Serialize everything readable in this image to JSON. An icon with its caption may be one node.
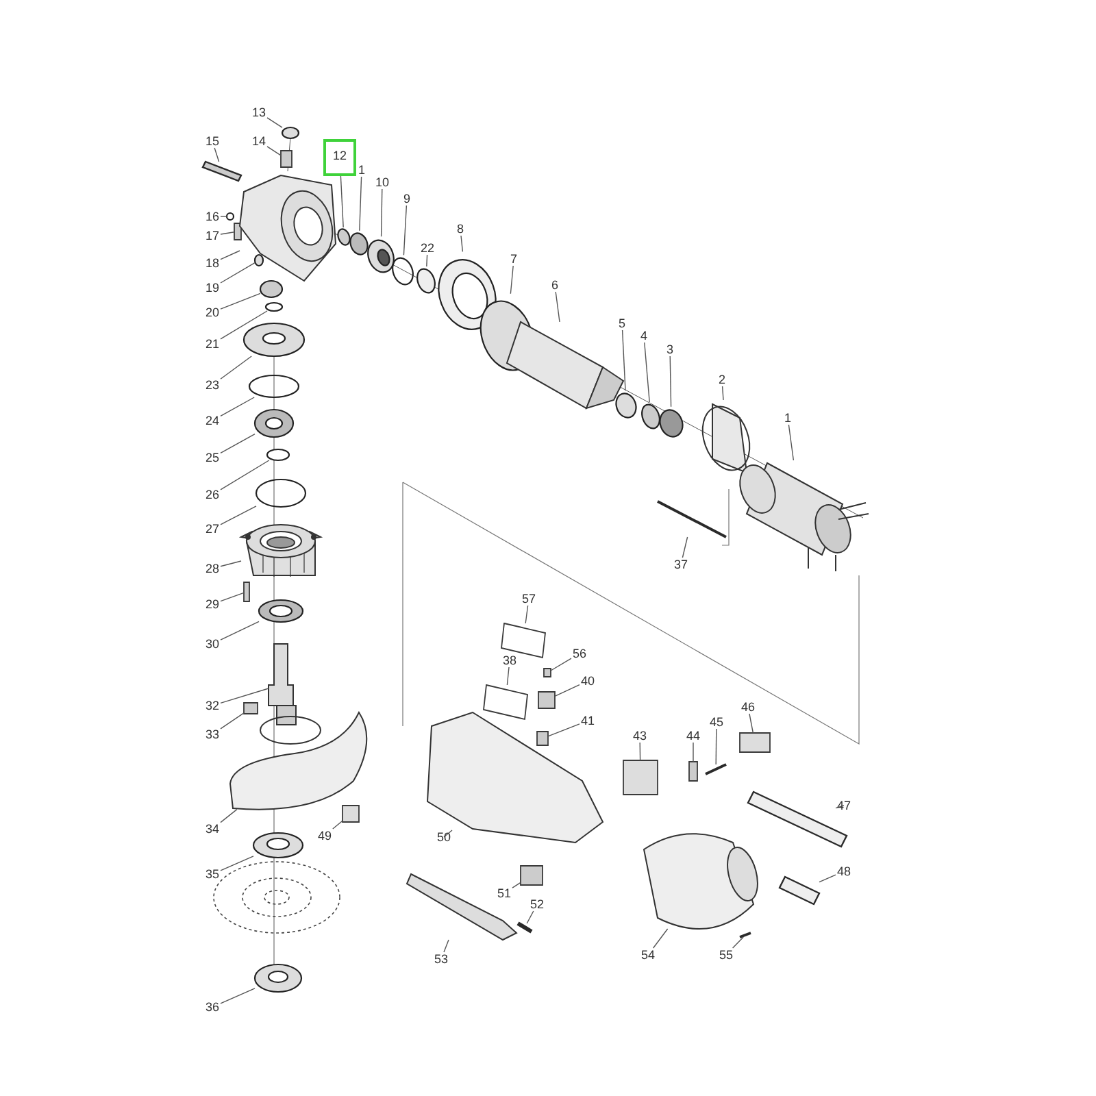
{
  "diagram": {
    "nodes": [
      {
        "text": [
          "13"
        ]
      },
      {
        "text": [
          "14"
        ]
      },
      {
        "text": [
          "15"
        ]
      },
      {
        "text": [
          "12"
        ]
      },
      {
        "text": [
          "1"
        ]
      },
      {
        "text": [
          "10"
        ]
      },
      {
        "text": [
          "9"
        ]
      },
      {
        "text": [
          "22"
        ]
      },
      {
        "text": [
          "8"
        ]
      },
      {
        "text": [
          "7"
        ]
      },
      {
        "text": [
          "6"
        ]
      },
      {
        "text": [
          "5"
        ]
      },
      {
        "text": [
          "4"
        ]
      },
      {
        "text": [
          "3"
        ]
      },
      {
        "text": [
          "2"
        ]
      },
      {
        "text": [
          "1"
        ]
      },
      {
        "text": [
          "16"
        ]
      },
      {
        "text": [
          "17"
        ]
      },
      {
        "text": [
          "18"
        ]
      },
      {
        "text": [
          "19"
        ]
      },
      {
        "text": [
          "20"
        ]
      },
      {
        "text": [
          "21"
        ]
      },
      {
        "text": [
          "23"
        ]
      },
      {
        "text": [
          "24"
        ]
      },
      {
        "text": [
          "25"
        ]
      },
      {
        "text": [
          "26"
        ]
      },
      {
        "text": [
          "27"
        ]
      },
      {
        "text": [
          "28"
        ]
      },
      {
        "text": [
          "29"
        ]
      },
      {
        "text": [
          "30"
        ]
      },
      {
        "text": [
          "32"
        ]
      },
      {
        "text": [
          "33"
        ]
      },
      {
        "text": [
          "34"
        ]
      },
      {
        "text": [
          "35"
        ]
      },
      {
        "text": [
          "36"
        ]
      },
      {
        "text": [
          "37"
        ]
      },
      {
        "text": [
          "57"
        ]
      },
      {
        "text": [
          "56"
        ]
      },
      {
        "text": [
          "38"
        ]
      },
      {
        "text": [
          "40"
        ]
      },
      {
        "text": [
          "41"
        ]
      },
      {
        "text": [
          "43"
        ]
      },
      {
        "text": [
          "44"
        ]
      },
      {
        "text": [
          "45"
        ]
      },
      {
        "text": [
          "46"
        ]
      },
      {
        "text": [
          "47"
        ]
      },
      {
        "text": [
          "48"
        ]
      },
      {
        "text": [
          "49"
        ]
      },
      {
        "text": [
          "50"
        ]
      },
      {
        "text": [
          "51"
        ]
      },
      {
        "text": [
          "52"
        ]
      },
      {
        "text": [
          "53"
        ]
      },
      {
        "text": [
          "54"
        ]
      },
      {
        "text": [
          "55"
        ]
      },
      {
        "text": [],
        "shape": "circle"
      },
      {
        "text": [],
        "shape": "box"
      },
      {
        "text": [],
        "shape": "bar"
      },
      {
        "text": [],
        "shape": "circle"
      },
      {
        "text": [],
        "shape": "circle"
      },
      {
        "text": [],
        "shape": "circle"
      },
      {
        "text": [],
        "shape": "circle"
      },
      {
        "text": [],
        "shape": "circle"
      },
      {
        "text": [],
        "shape": "circle"
      },
      {
        "text": [],
        "shape": "circle"
      },
      {
        "text": [],
        "shape": "picture"
      },
      {
        "text": [],
        "shape": "circle"
      },
      {
        "text": [],
        "shape": "circle"
      },
      {
        "text": [],
        "shape": "circle"
      },
      {
        "text": [],
        "shape": "picture"
      },
      {
        "text": [],
        "shape": "picture"
      },
      {
        "text": [],
        "shape": "circle"
      },
      {
        "text": [],
        "shape": "box"
      },
      {
        "text": [],
        "shape": "picture"
      },
      {
        "text": [],
        "shape": "circle"
      },
      {
        "text": [],
        "shape": "circle"
      },
      {
        "text": [],
        "shape": "circle"
      },
      {
        "text": [],
        "shape": "circle"
      },
      {
        "text": [],
        "shape": "circle"
      },
      {
        "text": [],
        "shape": "circle"
      },
      {
        "text": [],
        "shape": "circle"
      },
      {
        "text": [],
        "shape": "circle"
      },
      {
        "text": [],
        "shape": "picture"
      },
      {
        "text": [],
        "shape": "box"
      },
      {
        "text": [],
        "shape": "circle"
      },
      {
        "text": [],
        "shape": "picture"
      },
      {
        "text": [],
        "shape": "box"
      },
      {
        "text": [],
        "shape": "picture"
      },
      {
        "text": [],
        "shape": "circle"
      },
      {
        "text": [],
        "shape": "circle"
      },
      {
        "text": [],
        "shape": "bar"
      },
      {
        "text": [],
        "shape": "box"
      },
      {
        "text": [],
        "shape": "box"
      },
      {
        "text": [],
        "shape": "box"
      },
      {
        "text": [],
        "shape": "box"
      },
      {
        "text": [],
        "shape": "box"
      },
      {
        "text": [],
        "shape": "box"
      },
      {
        "text": [],
        "shape": "box"
      },
      {
        "text": [],
        "shape": "bar"
      },
      {
        "text": [],
        "shape": "box"
      },
      {
        "text": [],
        "shape": "bar"
      },
      {
        "text": [],
        "shape": "bar"
      },
      {
        "text": [],
        "shape": "box"
      },
      {
        "text": [],
        "shape": "picture"
      },
      {
        "text": [],
        "shape": "box"
      },
      {
        "text": [],
        "shape": "bar"
      },
      {
        "text": [],
        "shape": "picture"
      },
      {
        "text": [],
        "shape": "picture"
      },
      {
        "text": [],
        "shape": "bar"
      }
    ],
    "edges": [
      {
        "from": 0,
        "to": 54,
        "arrow": "none"
      },
      {
        "from": 1,
        "to": 55,
        "arrow": "none"
      },
      {
        "from": 2,
        "to": 56,
        "arrow": "none"
      },
      {
        "from": 3,
        "to": 57,
        "arrow": "none"
      },
      {
        "from": 4,
        "to": 58,
        "arrow": "none"
      },
      {
        "from": 5,
        "to": 59,
        "arrow": "none"
      },
      {
        "from": 6,
        "to": 60,
        "arrow": "none"
      },
      {
        "from": 7,
        "to": 61,
        "arrow": "none"
      },
      {
        "from": 8,
        "to": 62,
        "arrow": "none"
      },
      {
        "from": 9,
        "to": 63,
        "arrow": "none"
      },
      {
        "from": 10,
        "to": 64,
        "arrow": "none"
      },
      {
        "from": 11,
        "to": 65,
        "arrow": "none"
      },
      {
        "from": 12,
        "to": 66,
        "arrow": "none"
      },
      {
        "from": 13,
        "to": 67,
        "arrow": "none"
      },
      {
        "from": 14,
        "to": 68,
        "arrow": "none"
      },
      {
        "from": 15,
        "to": 69,
        "arrow": "none"
      },
      {
        "from": 16,
        "to": 70,
        "arrow": "none"
      },
      {
        "from": 17,
        "to": 71,
        "arrow": "none"
      },
      {
        "from": 18,
        "to": 72,
        "arrow": "none"
      },
      {
        "from": 19,
        "to": 73,
        "arrow": "none"
      },
      {
        "from": 20,
        "to": 74,
        "arrow": "none"
      },
      {
        "from": 21,
        "to": 75,
        "arrow": "none"
      },
      {
        "from": 22,
        "to": 76,
        "arrow": "none"
      },
      {
        "from": 23,
        "to": 77,
        "arrow": "none"
      },
      {
        "from": 24,
        "to": 78,
        "arrow": "none"
      },
      {
        "from": 25,
        "to": 79,
        "arrow": "none"
      },
      {
        "from": 26,
        "to": 80,
        "arrow": "none"
      },
      {
        "from": 27,
        "to": 81,
        "arrow": "none"
      },
      {
        "from": 28,
        "to": 82,
        "arrow": "none"
      },
      {
        "from": 29,
        "to": 83,
        "arrow": "none"
      },
      {
        "from": 30,
        "to": 84,
        "arrow": "none"
      },
      {
        "from": 31,
        "to": 85,
        "arrow": "none"
      },
      {
        "from": 32,
        "to": 86,
        "arrow": "none"
      },
      {
        "from": 33,
        "to": 87,
        "arrow": "none"
      },
      {
        "from": 34,
        "to": 88,
        "arrow": "none"
      },
      {
        "from": 35,
        "to": 89,
        "arrow": "none"
      },
      {
        "from": 36,
        "to": 90,
        "arrow": "none"
      },
      {
        "from": 37,
        "to": 91,
        "arrow": "none"
      },
      {
        "from": 38,
        "to": 92,
        "arrow": "none"
      },
      {
        "from": 39,
        "to": 93,
        "arrow": "none"
      },
      {
        "from": 40,
        "to": 94,
        "arrow": "none"
      },
      {
        "from": 41,
        "to": 95,
        "arrow": "none"
      },
      {
        "from": 42,
        "to": 96,
        "arrow": "none"
      },
      {
        "from": 43,
        "to": 97,
        "arrow": "none"
      },
      {
        "from": 44,
        "to": 98,
        "arrow": "none"
      },
      {
        "from": 45,
        "to": 99,
        "arrow": "none"
      },
      {
        "from": 46,
        "to": 100,
        "arrow": "none"
      },
      {
        "from": 47,
        "to": 101,
        "arrow": "none"
      },
      {
        "from": 48,
        "to": 102,
        "arrow": "none"
      },
      {
        "from": 49,
        "to": 103,
        "arrow": "none"
      },
      {
        "from": 50,
        "to": 104,
        "arrow": "none"
      },
      {
        "from": 51,
        "to": 105,
        "arrow": "none"
      },
      {
        "from": 52,
        "to": 106,
        "arrow": "none"
      },
      {
        "from": 53,
        "to": 107,
        "arrow": "none"
      }
    ]
  }
}
